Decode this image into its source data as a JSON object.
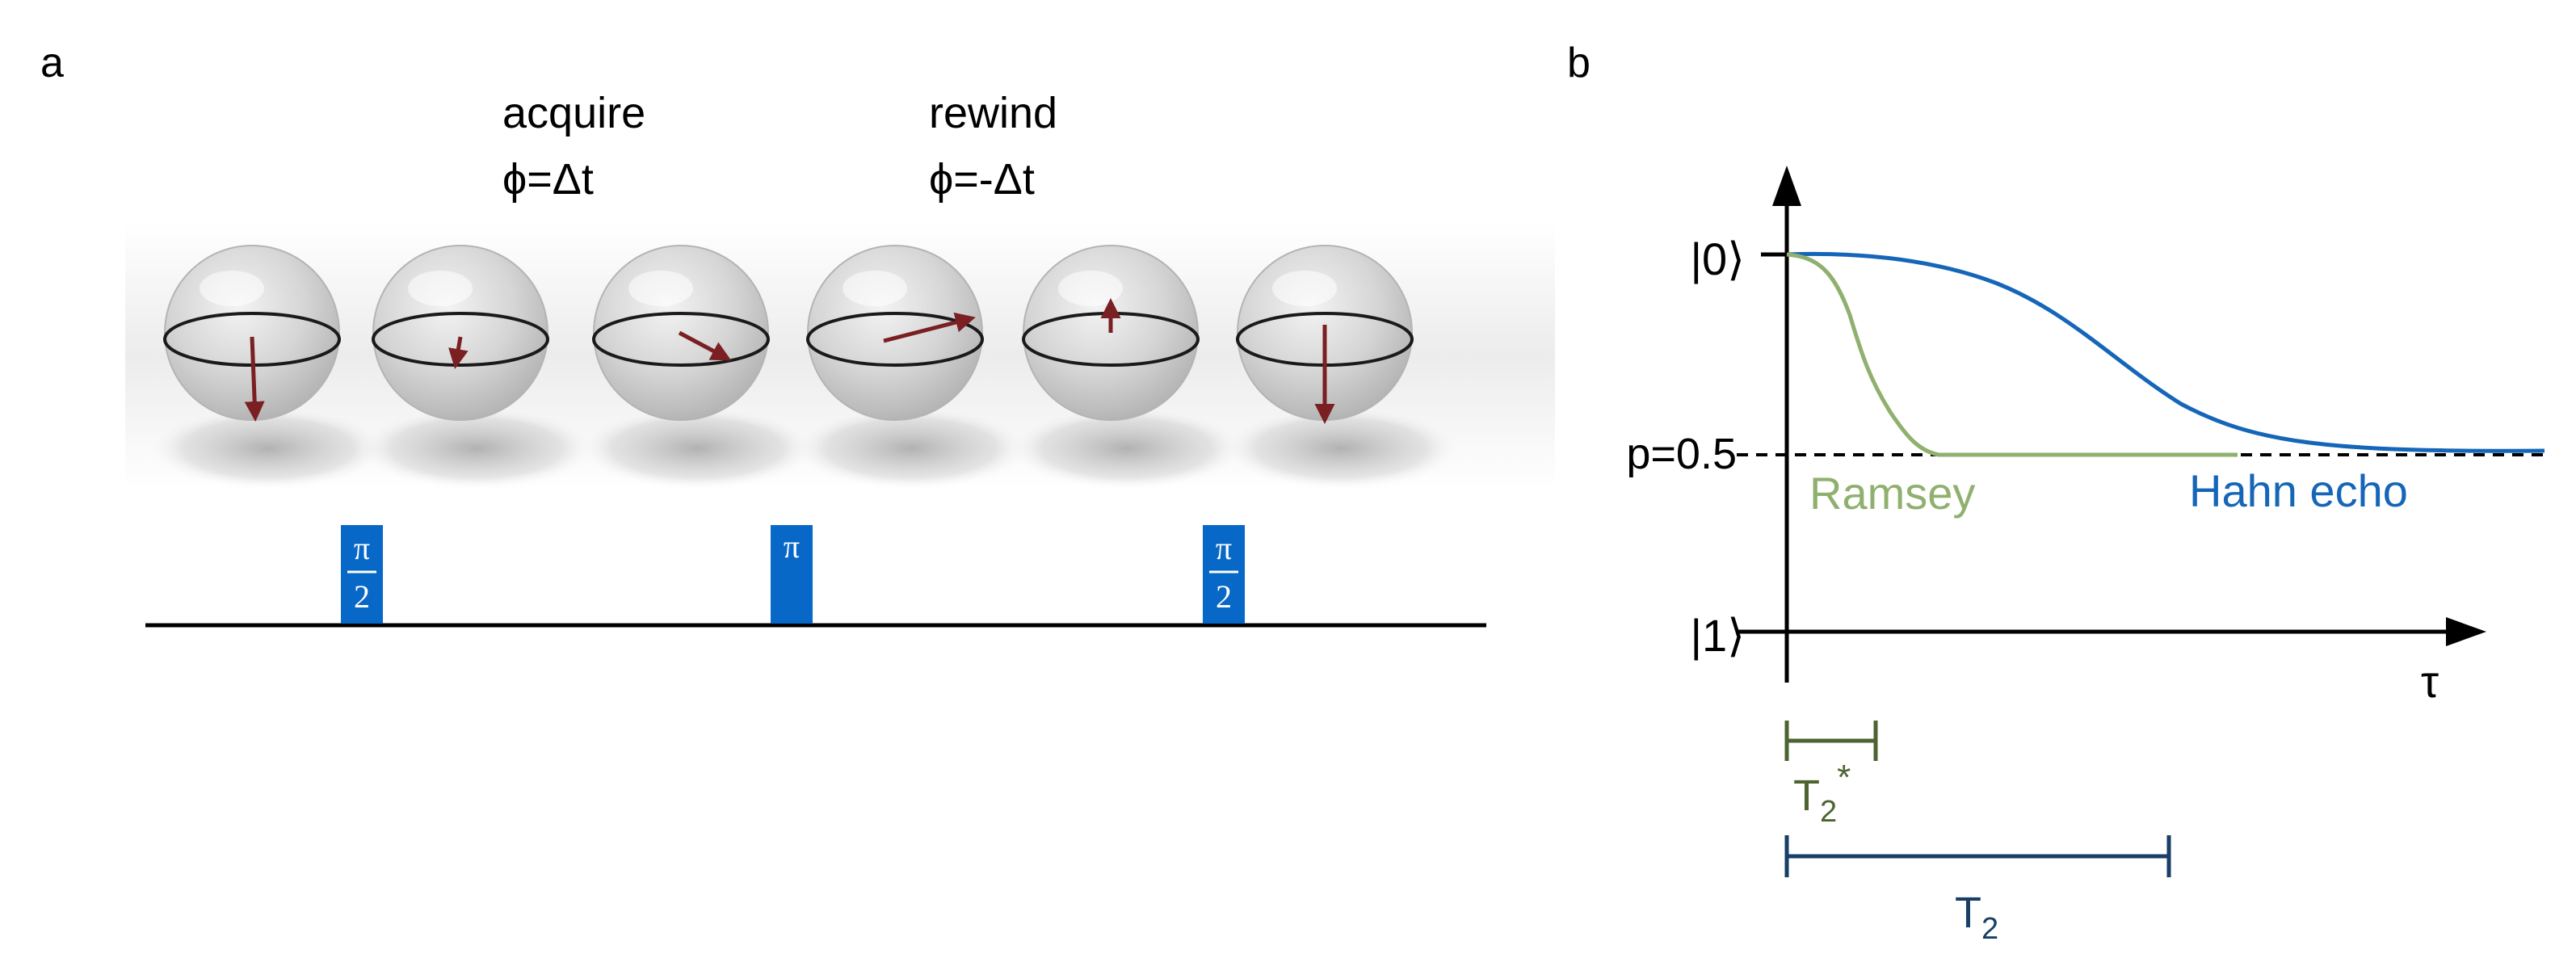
{
  "panel_a": {
    "label": "a",
    "phase1": {
      "title": "acquire",
      "formula": "ϕ=Δt"
    },
    "phase2": {
      "title": "rewind",
      "formula": "ϕ=-Δt"
    },
    "pulses": [
      {
        "num": "π",
        "den": "2"
      },
      {
        "num": "π",
        "den": ""
      },
      {
        "num": "π",
        "den": "2"
      }
    ],
    "spin_arrow_color": "#7a1f22",
    "pulse_color": "#0868c7"
  },
  "panel_b": {
    "label": "b",
    "state0": "|0⟩",
    "state1": "|1⟩",
    "threshold": "p=0.5",
    "x_label": "τ",
    "ramsey": {
      "name": "Ramsey",
      "color": "#8fb06e"
    },
    "hahn": {
      "name": "Hahn echo",
      "color": "#1566b8"
    },
    "t2star": {
      "base": "T",
      "sub": "2",
      "sup": "*",
      "color": "#4d6431"
    },
    "t2": {
      "base": "T",
      "sub": "2",
      "color": "#173f67"
    }
  }
}
